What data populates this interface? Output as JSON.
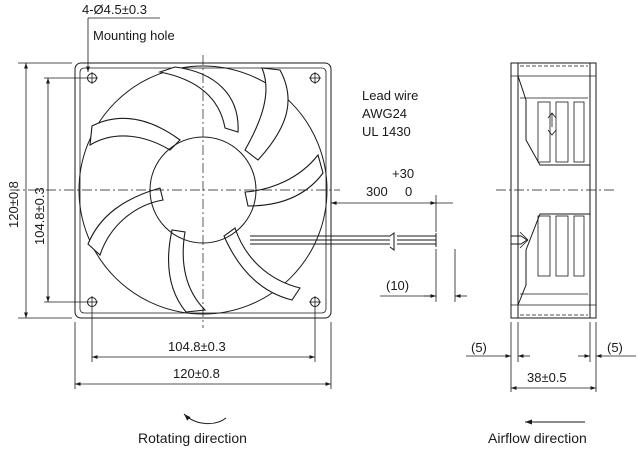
{
  "labels": {
    "mounting_hole_spec": "4-Ø4.5±0.3",
    "mounting_hole_caption": "Mounting hole",
    "lead_wire_title": "Lead wire",
    "lead_wire_gauge": "AWG24",
    "lead_wire_standard": "UL 1430",
    "lead_length_tolerance": "+30",
    "lead_length_nominal": "300",
    "lead_length_zero": "0",
    "lead_strip_length": "(10)",
    "frame_height": "120±0.8",
    "hole_pitch_vertical": "104.8±0.3",
    "hole_pitch_horizontal": "104.8±0.3",
    "frame_width": "120±0.8",
    "flange_left": "(5)",
    "flange_right": "(5)",
    "fan_depth": "38±0.5",
    "rotating_direction": "Rotating direction",
    "airflow_direction": "Airflow direction"
  },
  "colors": {
    "line": "#1a1a1a",
    "background": "#ffffff"
  }
}
